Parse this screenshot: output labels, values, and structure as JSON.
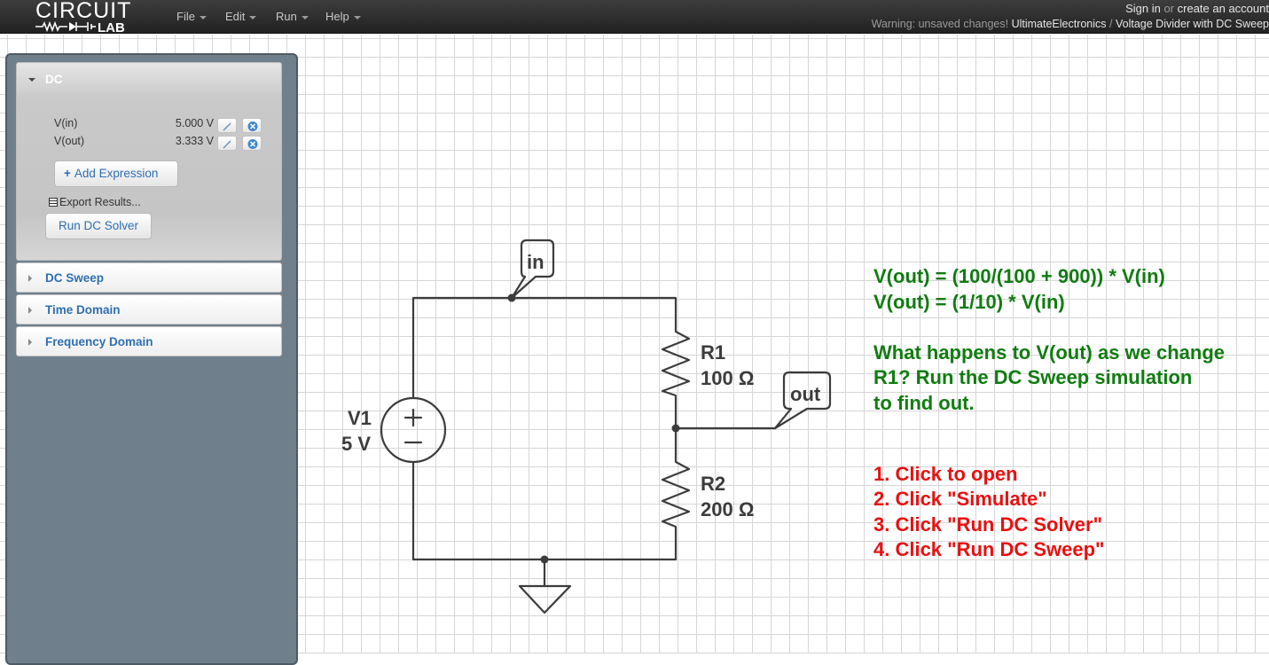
{
  "header": {
    "logo_top": "CIRCUIT",
    "logo_bottom": "LAB",
    "menus": [
      {
        "label": "File"
      },
      {
        "label": "Edit"
      },
      {
        "label": "Run"
      },
      {
        "label": "Help"
      }
    ],
    "sign_in": "Sign in",
    "or_text": "or",
    "create_account": "create an account",
    "warning": "Warning: unsaved changes!",
    "breadcrumb_user": "UltimateElectronics",
    "breadcrumb_sep": "/",
    "breadcrumb_title": "Voltage Divider with DC Sweep"
  },
  "sidebar": {
    "dc": {
      "title": "DC",
      "expressions": [
        {
          "name": "V(in)",
          "value": "5.000 V"
        },
        {
          "name": "V(out)",
          "value": "3.333 V"
        }
      ],
      "add_expression": "Add Expression",
      "export_results": "Export Results...",
      "run_button": "Run DC Solver"
    },
    "sections": [
      {
        "title": "DC Sweep"
      },
      {
        "title": "Time Domain"
      },
      {
        "title": "Frequency Domain"
      }
    ]
  },
  "schematic": {
    "net_in": "in",
    "net_out": "out",
    "v1_name": "V1",
    "v1_value": "5 V",
    "r1_name": "R1",
    "r1_value": "100 Ω",
    "r2_name": "R2",
    "r2_value": "200 Ω"
  },
  "notes": {
    "green": [
      "V(out) = (100/(100 + 900)) * V(in)",
      "V(out) = (1/10) * V(in)",
      "",
      "What happens to V(out) as we change",
      "R1? Run the DC Sweep simulation",
      "to find out."
    ],
    "red": [
      "1. Click to open",
      "2. Click \"Simulate\"",
      "3. Click \"Run DC Solver\"",
      "4. Click \"Run DC Sweep\""
    ]
  },
  "colors": {
    "accent_link": "#2f6fb0",
    "note_green": "#107c10",
    "note_red": "#e81010",
    "panel_bg": "#6f7f8c"
  }
}
